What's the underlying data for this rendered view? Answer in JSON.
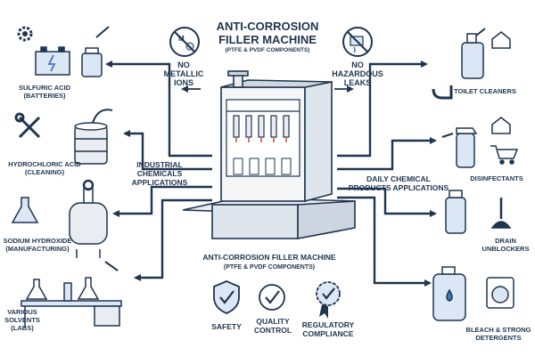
{
  "header": {
    "title_line1": "ANTI-CORROSION",
    "title_line2": "FILLER MACHINE",
    "subtitle": "(PTFE & PVDF COMPONENTS)"
  },
  "badges": {
    "no_metallic_ions": "NO\nMETALLIC\nIONS",
    "no_hazardous_leaks": "NO\nHAZARDOUS\nLEAKS"
  },
  "center": {
    "industrial_label": "INDUSTRIAL\nCHEMICALS\nAPPLICATIONS",
    "daily_label": "DAILY CHEMICAL\nPRODUCTS APPLICATIONS",
    "machine_caption": "ANTI-CORROSION FILLER MACHINE",
    "machine_subcaption": "(PTFE & PVDF COMPONENTS)"
  },
  "left_items": {
    "sulfuric_acid": "SULFURIC ACID\n(BATTERIES)",
    "hydrochloric_acid": "HYDROCHLORIC ACID\n(CLEANING)",
    "sodium_hydroxide": "SODIUM HYDROXIDE\n(MANUFACTURING)",
    "various_solvents": "VARIOUS\nSOLVENTS\n(LABS)"
  },
  "right_items": {
    "toilet_cleaners": "TOILET CLEANERS",
    "disinfectants": "DISINFECTANTS",
    "drain_unblockers": "DRAIN\nUNBLOCKERS",
    "bleach_detergents": "BLEACH & STRONG\nDETERGENTS"
  },
  "footer": {
    "safety": "SAFETY",
    "quality_control": "QUALITY\nCONTROL",
    "regulatory_compliance": "REGULATORY\nCOMPLIANCE"
  },
  "colors": {
    "line": "#1f3550",
    "accent": "#3f78b8",
    "light": "#dbe7f4",
    "gray": "#e9edf1"
  }
}
